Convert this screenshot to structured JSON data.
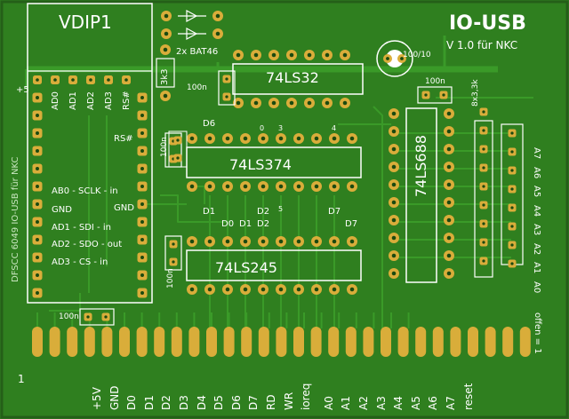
{
  "title": "IO-USB",
  "version": "V 1.0  für NKC",
  "module": {
    "name": "VDIP1",
    "side_text": "DFSCC 6049  IO-USB für NKC",
    "plus5": "+5"
  },
  "vdip_top_labels": [
    "AD0",
    "AD1",
    "AD2",
    "AD3",
    "RS#"
  ],
  "vdip_left_labels": [
    "AB0 - SCLK - in",
    "GND",
    "AD1 - SDI - in",
    "AD2 - SDO - out",
    "AD3 - CS - in"
  ],
  "vdip_right_labels": [
    "RS#",
    "GND"
  ],
  "chips": {
    "ls32": "74LS32",
    "ls374": "74LS374",
    "ls245": "74LS245",
    "ls688": "74LS688"
  },
  "components": {
    "diodes": "2x BAT46",
    "resistor_3k3": "3k3",
    "cap_100n_a": "100n",
    "cap_100n_b": "100n",
    "cap_100n_c": "100n",
    "cap_100n_d": "100n",
    "cap_100n_e": "100n",
    "elko": "100/10",
    "resnet": "8x3,3k",
    "d6": "D6"
  },
  "data_labels_upper": [
    "D1",
    "D2",
    "D7"
  ],
  "data_labels_lower": [
    "D0",
    "D1",
    "D2",
    "D7"
  ],
  "small_numbers": [
    "0",
    "3",
    "4",
    "5"
  ],
  "address_labels": [
    "A7",
    "A6",
    "A5",
    "A4",
    "A3",
    "A2",
    "A1",
    "A0",
    "offen = 1"
  ],
  "edge_connector": {
    "pin_one": "1",
    "labels": [
      "+5V",
      "GND",
      "D0",
      "D1",
      "D2",
      "D3",
      "D4",
      "D5",
      "D6",
      "D7",
      "RD",
      "WR",
      "ioreq",
      "A0",
      "A1",
      "A2",
      "A3",
      "A4",
      "A5",
      "A6",
      "A7",
      "reset"
    ]
  },
  "colors": {
    "board": "#2f7f1f",
    "trace": "#3a9a28",
    "pad": "#d9ad3a",
    "silk": "#ffffff"
  }
}
